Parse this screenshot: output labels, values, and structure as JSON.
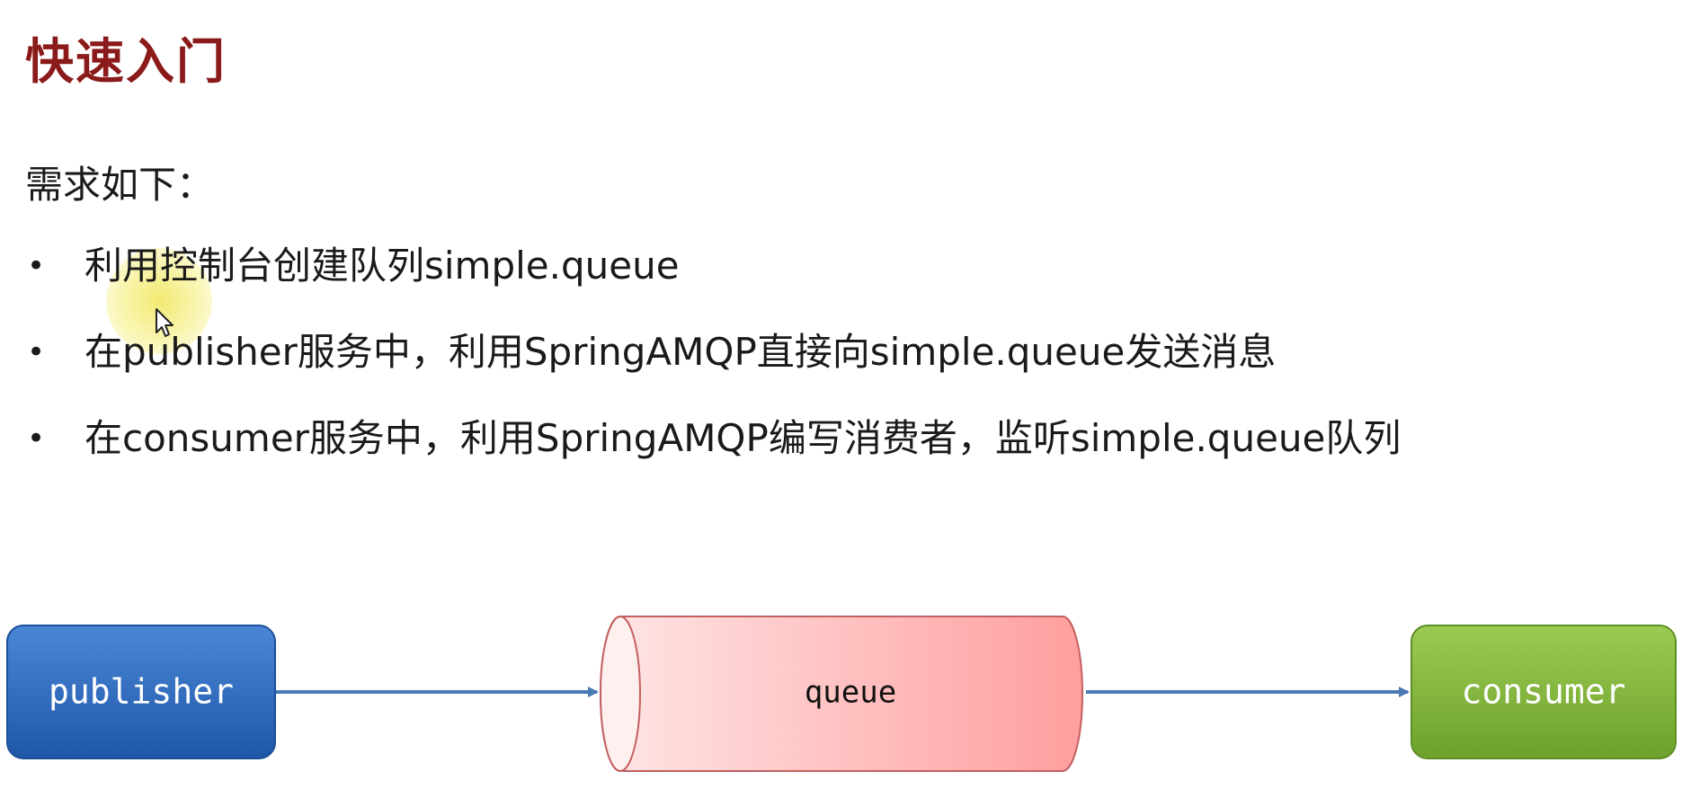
{
  "title": "快速入门",
  "intro": "需求如下：",
  "requirements": [
    {
      "bullet": "•",
      "text": "利用控制台创建队列simple.queue"
    },
    {
      "bullet": "•",
      "text": "在publisher服务中，利用SpringAMQP直接向simple.queue发送消息"
    },
    {
      "bullet": "•",
      "text": "在consumer服务中，利用SpringAMQP编写消费者，监听simple.queue队列"
    }
  ],
  "diagram": {
    "publisher": {
      "label": "publisher",
      "color": "#2e6bbf"
    },
    "queue": {
      "label": "queue",
      "color": "#ffb0b0"
    },
    "consumer": {
      "label": "consumer",
      "color": "#80b83c"
    },
    "arrow_color": "#4a7ab5"
  },
  "colors": {
    "title": "#8b1a1a",
    "text": "#1a1a1a"
  }
}
